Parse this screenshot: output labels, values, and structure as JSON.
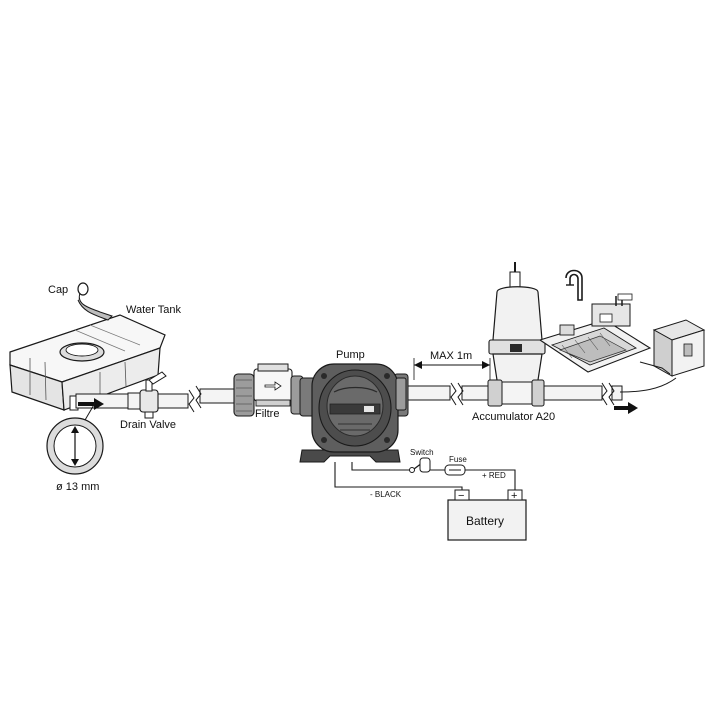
{
  "labels": {
    "cap": "Cap",
    "water_tank": "Water Tank",
    "drain_valve": "Drain Valve",
    "diameter": "ø 13 mm",
    "filtre": "Filtre",
    "pump": "Pump",
    "max_length": "MAX 1m",
    "accumulator": "Accumulator A20",
    "switch": "Switch",
    "fuse": "Fuse",
    "red_wire": "+ RED",
    "black_wire": "- BLACK",
    "battery": "Battery",
    "battery_neg": "−",
    "battery_pos": "+"
  },
  "colors": {
    "line": "#1a1a1a",
    "pipe_fill": "#f4f4f4",
    "pump_fill": "#5e5e5e",
    "pump_dark": "#3a3a3a",
    "shadow": "#c8c8c8"
  }
}
